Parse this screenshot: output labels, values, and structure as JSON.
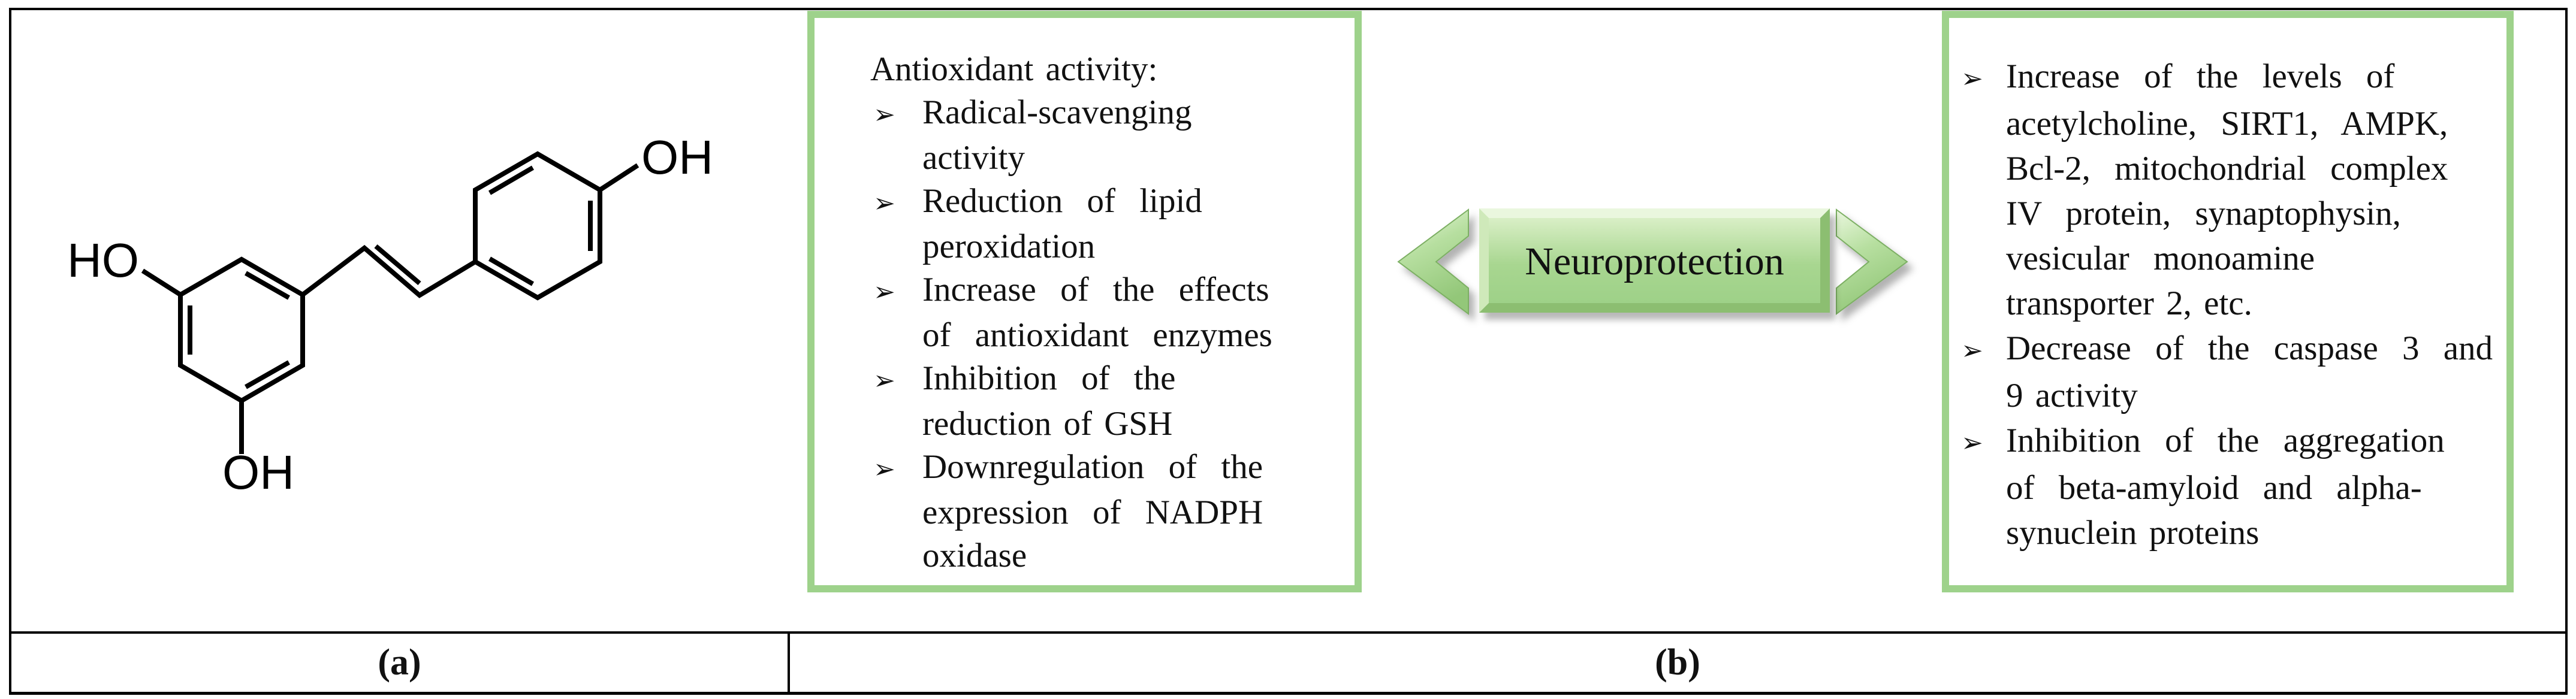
{
  "panel_labels": {
    "a": "(a)",
    "b": "(b)"
  },
  "molecule": {
    "atom_labels": {
      "left": "HO",
      "top_right": "OH",
      "bottom": "OH"
    }
  },
  "antioxidant_box": {
    "title": "Antioxidant activity:",
    "bullet_glyph": "➢",
    "items": [
      {
        "lines": [
          {
            "text": "Radical-scavenging",
            "wide": false
          },
          {
            "text": "activity",
            "wide": false
          }
        ]
      },
      {
        "lines": [
          {
            "text": "Reduction of lipid",
            "wide": true
          },
          {
            "text": "peroxidation",
            "wide": false
          }
        ]
      },
      {
        "lines": [
          {
            "text": "Increase of the effects",
            "wide": true
          },
          {
            "text": "of antioxidant enzymes",
            "wide": true
          }
        ]
      },
      {
        "lines": [
          {
            "text": "Inhibition of the",
            "wide": true
          },
          {
            "text": "reduction of GSH",
            "wide": false
          }
        ]
      },
      {
        "lines": [
          {
            "text": "Downregulation of the",
            "wide": true
          },
          {
            "text": "expression of NADPH",
            "wide": true
          },
          {
            "text": "oxidase",
            "wide": false
          }
        ]
      }
    ]
  },
  "neuroprotection": {
    "label": "Neuroprotection"
  },
  "effects_box": {
    "bullet_glyph": "➢",
    "items": [
      {
        "lines": [
          {
            "text": "Increase of the levels of",
            "wide": true
          },
          {
            "text": "acetylcholine, SIRT1, AMPK,",
            "wide": true
          },
          {
            "text": "Bcl-2, mitochondrial complex",
            "wide": true
          },
          {
            "text": "IV protein, synaptophysin,",
            "wide": true
          },
          {
            "text": "vesicular monoamine",
            "wide": true
          },
          {
            "text": "transporter 2, etc.",
            "wide": false
          }
        ]
      },
      {
        "lines": [
          {
            "text": "Decrease of the caspase 3 and",
            "wide": true
          },
          {
            "text": "9 activity",
            "wide": false
          }
        ]
      },
      {
        "lines": [
          {
            "text": "Inhibition of the aggregation",
            "wide": true
          },
          {
            "text": "of beta-amyloid and alpha-",
            "wide": true
          },
          {
            "text": "synuclein proteins",
            "wide": false
          }
        ]
      }
    ]
  },
  "colors": {
    "green_border": "#9ed28b",
    "bevel_light": "#eaf7de",
    "bevel_mid": "#a8d690",
    "bevel_dark": "#8cbe71",
    "text": "#111111"
  }
}
